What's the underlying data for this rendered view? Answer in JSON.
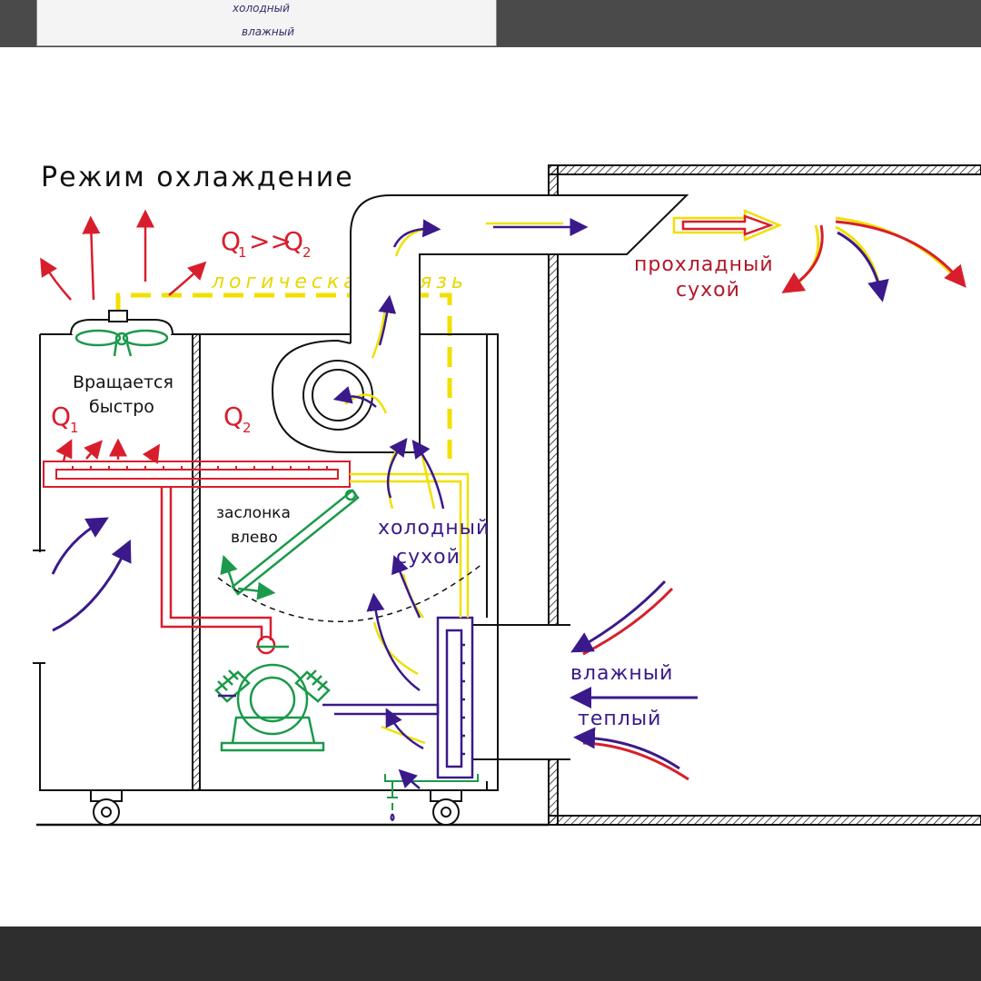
{
  "title": "Режим охлаждение",
  "formula": {
    "q1": "Q",
    "sub1": "1",
    "op": ">>",
    "q2": "Q",
    "sub2": "2"
  },
  "logic_link": "логическая связь",
  "fan_label_line1": "Вращается",
  "fan_label_line2": "быстро",
  "q1_label": {
    "q": "Q",
    "sub": "1"
  },
  "q2_label": {
    "q": "Q",
    "sub": "2"
  },
  "damper_label_line1": "заслонка",
  "damper_label_line2": "влево",
  "cold_dry_line1": "холодный",
  "cold_dry_line2": "сухой",
  "cool_dry_line1": "прохладный",
  "cool_dry_line2": "сухой",
  "humid_warm_line1": "влажный",
  "humid_warm_line2": "теплый",
  "top_ghost_line1": "холодный",
  "top_ghost_line2": "влажный",
  "colors": {
    "red": "#d81e2c",
    "purple": "#3a1a8a",
    "yellow": "#f0e000",
    "green": "#1a9a4a",
    "dark_red": "#b2182b",
    "black": "#111111"
  },
  "icons": [
    "fan-icon",
    "compressor-icon",
    "blower-icon",
    "wheel-icon",
    "drain-icon",
    "damper-icon"
  ]
}
